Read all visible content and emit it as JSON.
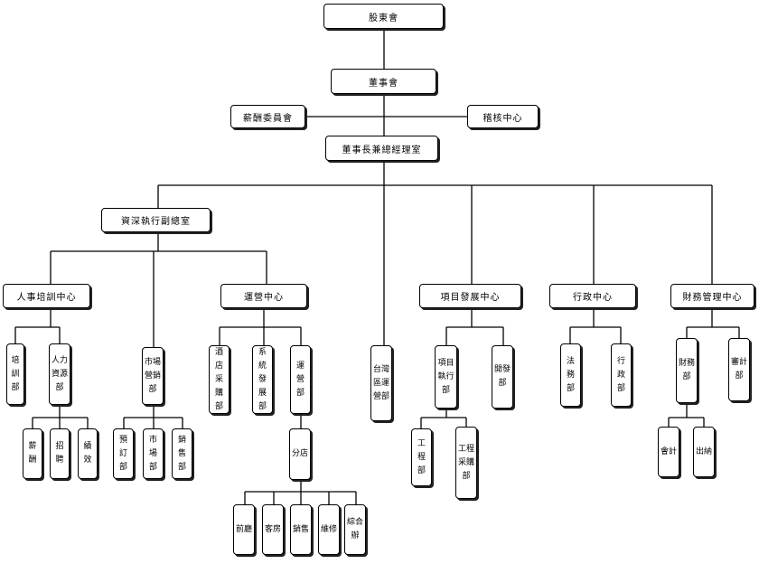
{
  "nodes": {
    "shareholders": "股東會",
    "board": "董事會",
    "compensation_committee": "薪酬委員會",
    "audit_center": "稽核中心",
    "chairman_gm_office": "董事長兼總經理室",
    "senior_evp_office": "資深執行副總室",
    "hr_training_center": "人事培訓中心",
    "operations_center": "運營中心",
    "project_development_center": "項目發展中心",
    "administration_center": "行政中心",
    "finance_center": "財務管理中心",
    "training_dept": "培訓部",
    "hr_dept": "人力資源部",
    "compensation": "薪酬",
    "recruitment": "招聘",
    "performance": "績效",
    "marketing_sales_dept": "市場營銷部",
    "reservation_dept": "預訂部",
    "market_dept": "市場部",
    "sales_dept": "銷售部",
    "hotel_procurement_dept": "酒店采購部",
    "system_development_dept": "系統發展部",
    "operation_dept": "運營部",
    "branch_stores": "分店",
    "front_office": "前廳",
    "housekeeping": "客房",
    "sales": "銷售",
    "maintenance": "維修",
    "general_affairs": "綜合辦",
    "taiwan_operation_dept": "台灣區運營部",
    "project_execution_dept": "項目執行部",
    "development_dept": "開發部",
    "engineering_dept": "工程部",
    "engineering_procurement_dept": "工程采購部",
    "legal_dept": "法務部",
    "admin_dept": "行政部",
    "finance_dept": "財務部",
    "audit_dept": "審計部",
    "accounting": "會計",
    "cashier": "出納"
  }
}
